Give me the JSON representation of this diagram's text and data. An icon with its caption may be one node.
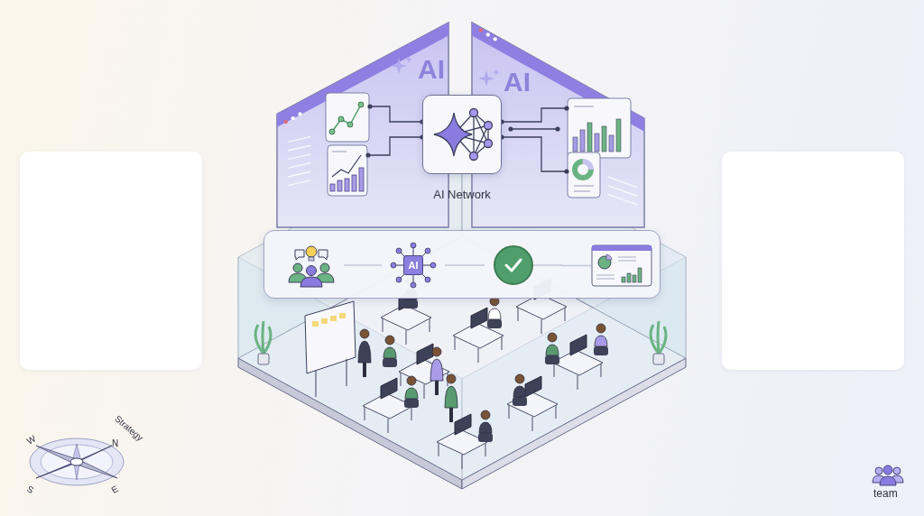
{
  "diagram": {
    "nodes": [
      {
        "text": [
          "AI"
        ]
      },
      {
        "text": [
          "AI"
        ]
      },
      {
        "text": [],
        "shape": "picture",
        "in": 0
      },
      {
        "text": [],
        "shape": "picture",
        "in": 0
      },
      {
        "text": [
          "AI Network"
        ]
      },
      {
        "text": [],
        "shape": "picture",
        "in": 1
      },
      {
        "text": [],
        "shape": "picture",
        "in": 1
      },
      {
        "text": [],
        "shape": "box"
      },
      {
        "text": [],
        "shape": "picture",
        "in": 7
      },
      {
        "text": [
          "AI"
        ],
        "in": 7
      },
      {
        "text": [],
        "shape": "circle",
        "in": 7
      },
      {
        "text": [],
        "shape": "picture",
        "in": 7
      }
    ],
    "edges": [
      {
        "from": 2,
        "to": 4,
        "arrow": "other"
      },
      {
        "from": 3,
        "to": 4,
        "arrow": "other"
      },
      {
        "from": 4,
        "to": 5,
        "arrow": "other"
      },
      {
        "from": 4,
        "to": 5,
        "arrow": "other"
      },
      {
        "from": 4,
        "to": 6,
        "arrow": "other"
      },
      {
        "from": 8,
        "to": 9,
        "arrow": "none",
        "color": "#c3c6d6"
      },
      {
        "from": 9,
        "to": 10,
        "arrow": "none",
        "color": "#c3c6d6"
      },
      {
        "from": 10,
        "to": 11,
        "arrow": "none",
        "color": "#c3c6d6"
      }
    ],
    "labels": [
      "W",
      "Strategy",
      "N",
      "S",
      "E",
      "team"
    ]
  }
}
